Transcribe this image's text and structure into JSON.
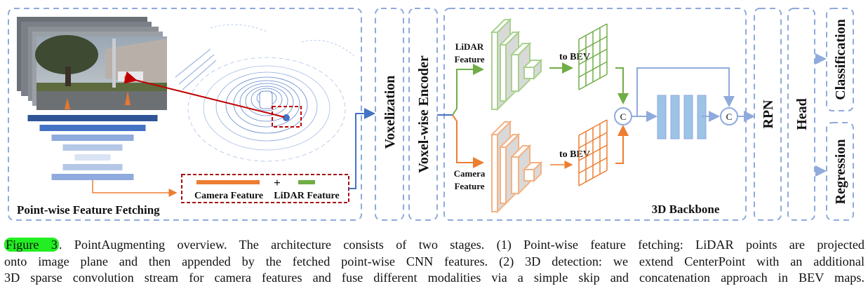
{
  "figure": {
    "stages": {
      "fetching": {
        "title": "Point-wise Feature Fetching"
      },
      "voxelization": {
        "label": "Voxelization"
      },
      "encoder": {
        "label": "Voxel-wise Encoder"
      },
      "backbone": {
        "title": "3D Backbone",
        "lidar_branch_label_1": "LiDAR",
        "lidar_branch_label_2": "Feature",
        "camera_branch_label_1": "Camera",
        "camera_branch_label_2": "Feature",
        "to_bev_lidar": "to BEV",
        "to_bev_camera": "to BEV",
        "concat_symbol_1": "C",
        "concat_symbol_2": "C"
      },
      "rpn": {
        "label": "RPN"
      },
      "head": {
        "label": "Head"
      },
      "outputs": [
        {
          "label": "Classification"
        },
        {
          "label": "Regression"
        }
      ]
    },
    "feature_legend": {
      "camera_label": "Camera Feature",
      "plus": "+",
      "lidar_label": "LiDAR Feature"
    },
    "colors": {
      "frame_dash": "#8eaadb",
      "lidar_green": "#70ad47",
      "lidar_green_light": "#a9d18e",
      "camera_orange": "#ed7d31",
      "camera_orange_light": "#f4b183",
      "projection_red": "#c00000",
      "flow_blue": "#4472c4",
      "block_blue": "#9dc3e6",
      "pyramid_bars": [
        "#2f5597",
        "#4472c4",
        "#8faadc",
        "#b4c7e7",
        "#dae3f3",
        "#b4c7e7",
        "#8faadc"
      ],
      "caption_highlight": "#22ee22"
    }
  },
  "caption": {
    "figure_number": "Figure 3",
    "lines": [
      ". PointAugmenting overview. The architecture consists of two stages. (1) Point-wise feature fetching: LiDAR points are projected",
      "onto image plane and then appended by the fetched point-wise CNN features. (2) 3D detection: we extend CenterPoint with an additional",
      "3D sparse convolution stream for camera features and fuse different modalities via a simple skip and concatenation approach in BEV maps."
    ]
  }
}
